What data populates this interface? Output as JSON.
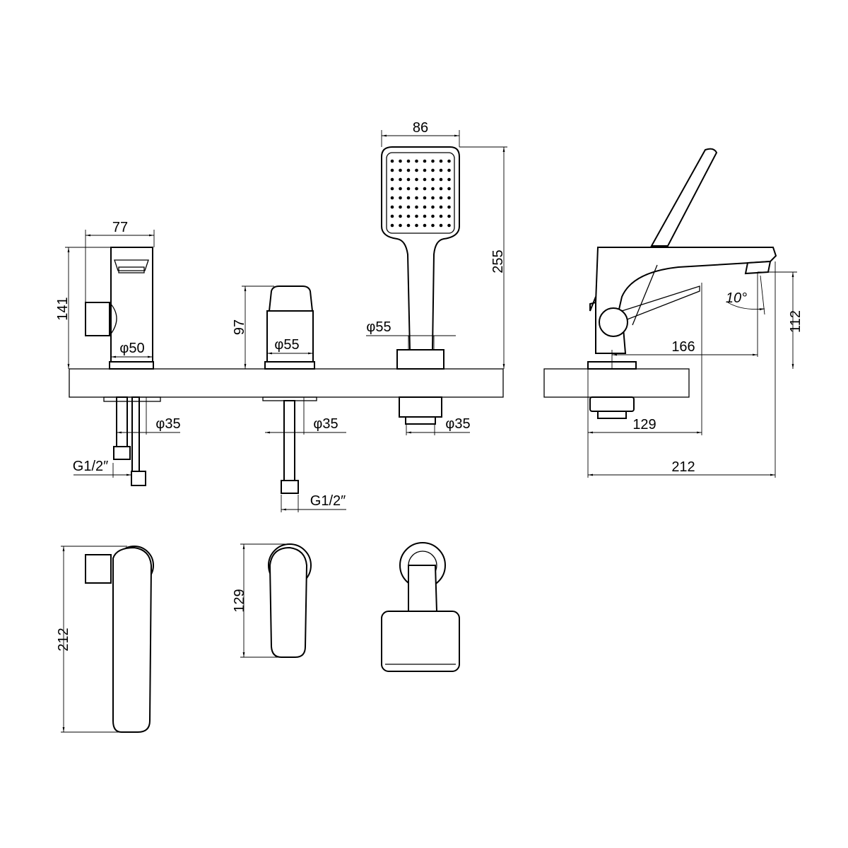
{
  "dimensions": {
    "diverter": {
      "width": "77",
      "height": "141",
      "base_diameter": "φ50",
      "pipe_diameter": "φ35",
      "thread": "G1/2″"
    },
    "handle": {
      "height": "97",
      "base_diameter": "φ55",
      "pipe_diameter": "φ35",
      "thread": "G1/2″"
    },
    "hand_shower": {
      "width": "86",
      "height": "255",
      "base_diameter": "φ55",
      "pipe_diameter": "φ35"
    },
    "spout": {
      "angle": "10°",
      "height": "112",
      "reach": "166",
      "base_offset": "129",
      "length": "212"
    },
    "top_views": {
      "diverter_length": "212",
      "handle_length": "129"
    }
  },
  "line_color": "#000000"
}
